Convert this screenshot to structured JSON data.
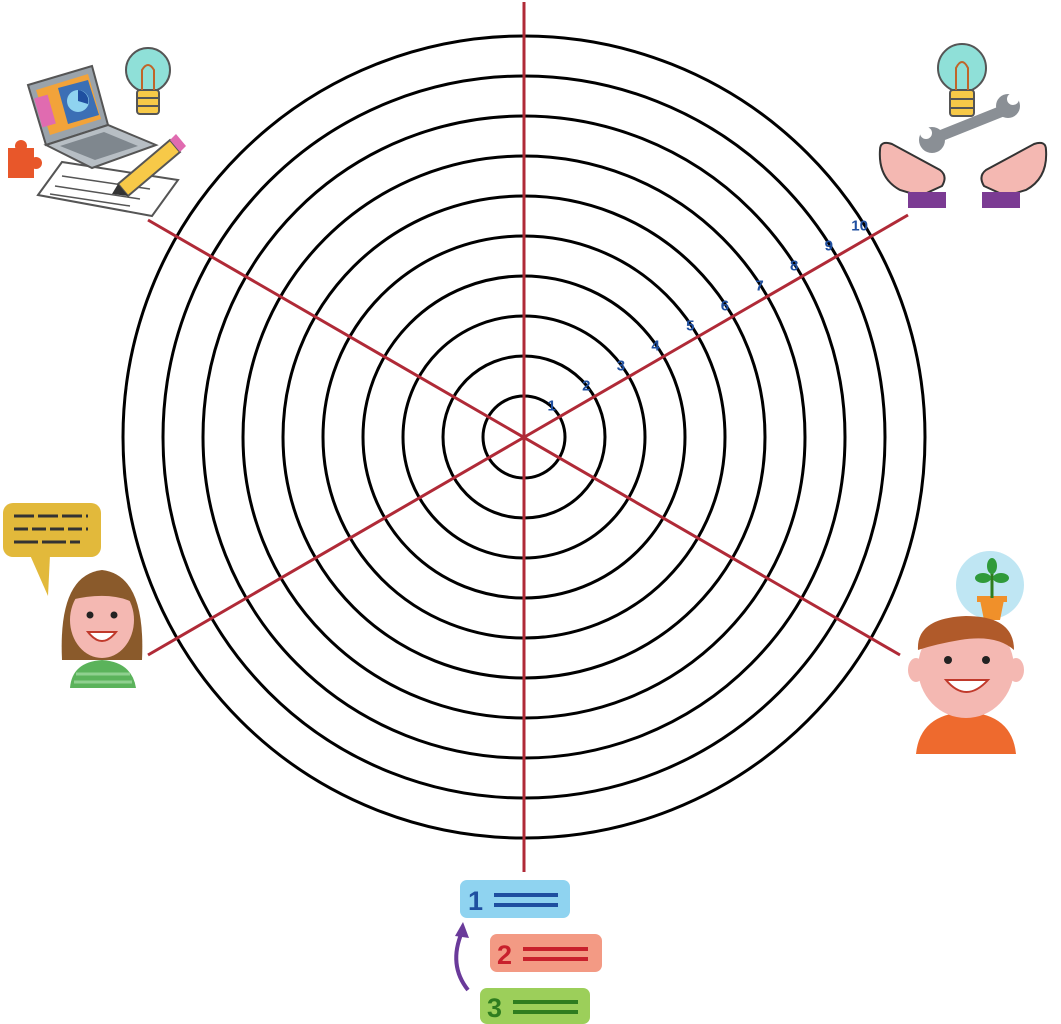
{
  "wheel": {
    "ring_count": 10,
    "scale_labels": [
      "1",
      "2",
      "3",
      "4",
      "5",
      "6",
      "7",
      "8",
      "9",
      "10"
    ],
    "ring_color": "#000000",
    "spoke_color": "#b02a37",
    "label_color": "#1f4fa0"
  },
  "corner_icons": [
    {
      "name": "laptop-planning-icon",
      "depicts": "laptop with chart, light bulb, puzzle piece, pencil and paper"
    },
    {
      "name": "hands-tools-icon",
      "depicts": "two open hands with light bulb and wrench"
    },
    {
      "name": "girl-speech-icon",
      "depicts": "smiling girl with speech bubble"
    },
    {
      "name": "boy-plant-icon",
      "depicts": "smiling boy with potted plant thought bubble"
    }
  ],
  "priority_badges": [
    {
      "number": "1",
      "color": "#8fd3f0",
      "text_color": "#1f4fa0"
    },
    {
      "number": "2",
      "color": "#f39a84",
      "text_color": "#c8202c"
    },
    {
      "number": "3",
      "color": "#9ccf5a",
      "text_color": "#2f7d1f"
    }
  ],
  "arrow_color": "#6a3a9a"
}
